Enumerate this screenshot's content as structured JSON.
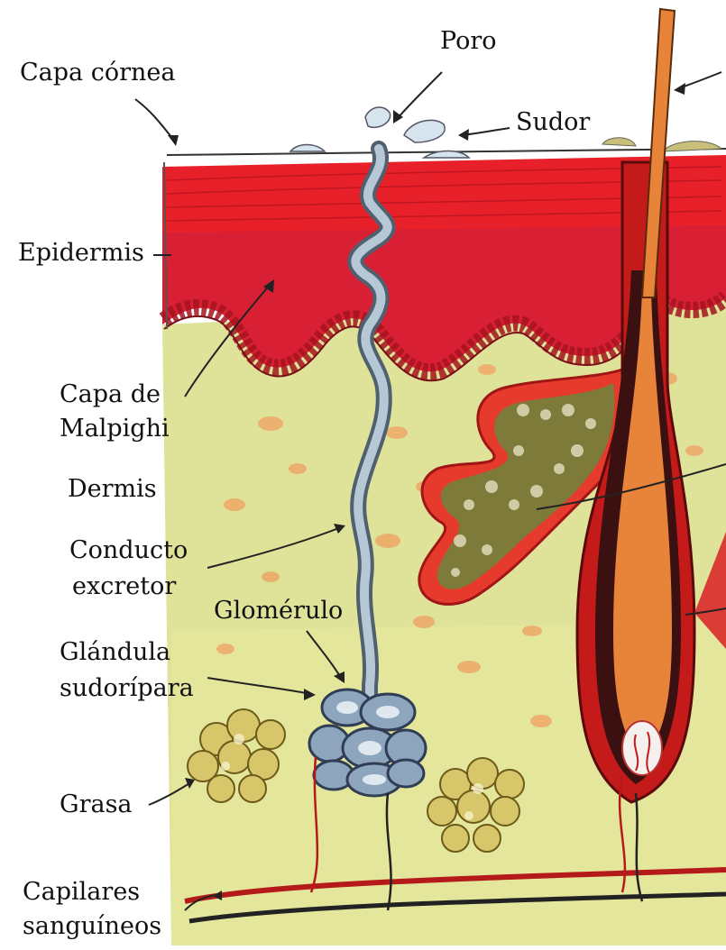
{
  "colors": {
    "background": "#ffffff",
    "stratum_corneum": "#e8202a",
    "epidermis": "#d91f33",
    "dermis": "#dfe39a",
    "duct": "#8ea6bd",
    "sebaceous_gland": "#7d7a3a",
    "hair": "#e7843a",
    "fat": "#d8c66a",
    "capillary_red": "#b51a1a",
    "capillary_dark": "#222222"
  },
  "labels": {
    "capa_cornea": "Capa córnea",
    "poro": "Poro",
    "sudor": "Sudor",
    "epidermis": "Epidermis",
    "capa_malpighi_1": "Capa de",
    "capa_malpighi_2": "Malpighi",
    "dermis": "Dermis",
    "conducto_1": "Conducto",
    "conducto_2": "excretor",
    "glomerulo": "Glomérulo",
    "glandula_1": "Glándula",
    "glandula_2": "sudorípara",
    "grasa": "Grasa",
    "capilares_1": "Capilares",
    "capilares_2": "sanguíneos"
  }
}
